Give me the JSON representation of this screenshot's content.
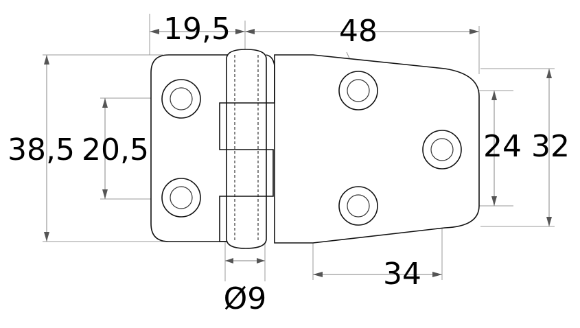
{
  "dimensions": {
    "leaf_width": "19,5",
    "total_width": "48",
    "overall_height": "38,5",
    "hole_spacing_left": "20,5",
    "hole_spacing_right": "24",
    "right_height": "32",
    "right_offset": "34",
    "pin_diameter": "Ø9"
  }
}
